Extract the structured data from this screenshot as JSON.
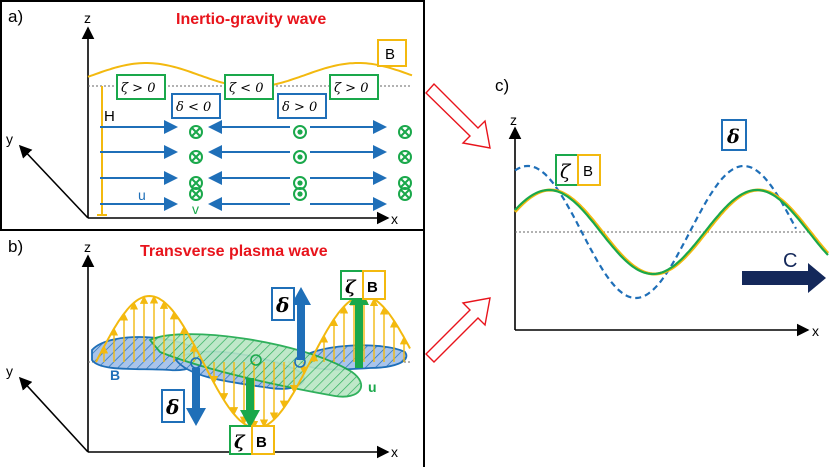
{
  "colors": {
    "red": "#e8141c",
    "yellow": "#f3b90f",
    "green": "#1aa84b",
    "blue": "#1f6fb8",
    "navy": "#14285a",
    "black": "#000000"
  },
  "panel_a": {
    "letter": "a)",
    "title": "Inertio-gravity wave",
    "axis_z": "z",
    "axis_y": "y",
    "axis_x": "x",
    "H": "H",
    "u": "u",
    "v": "v",
    "B": "B",
    "zeta_pos": "ζ > 0",
    "zeta_neg": "ζ < 0",
    "delta_neg": "δ < 0",
    "delta_pos": "δ > 0"
  },
  "panel_b": {
    "letter": "b)",
    "title": "Transverse plasma wave",
    "axis_z": "z",
    "axis_y": "y",
    "axis_x": "x",
    "B": "B",
    "u": "u",
    "delta": "δ",
    "zeta": "ζ",
    "B_box": "B"
  },
  "panel_c": {
    "letter": "c)",
    "axis_z": "z",
    "axis_x": "x",
    "zeta": "ζ",
    "B": "B",
    "delta": "δ",
    "C": "C"
  }
}
